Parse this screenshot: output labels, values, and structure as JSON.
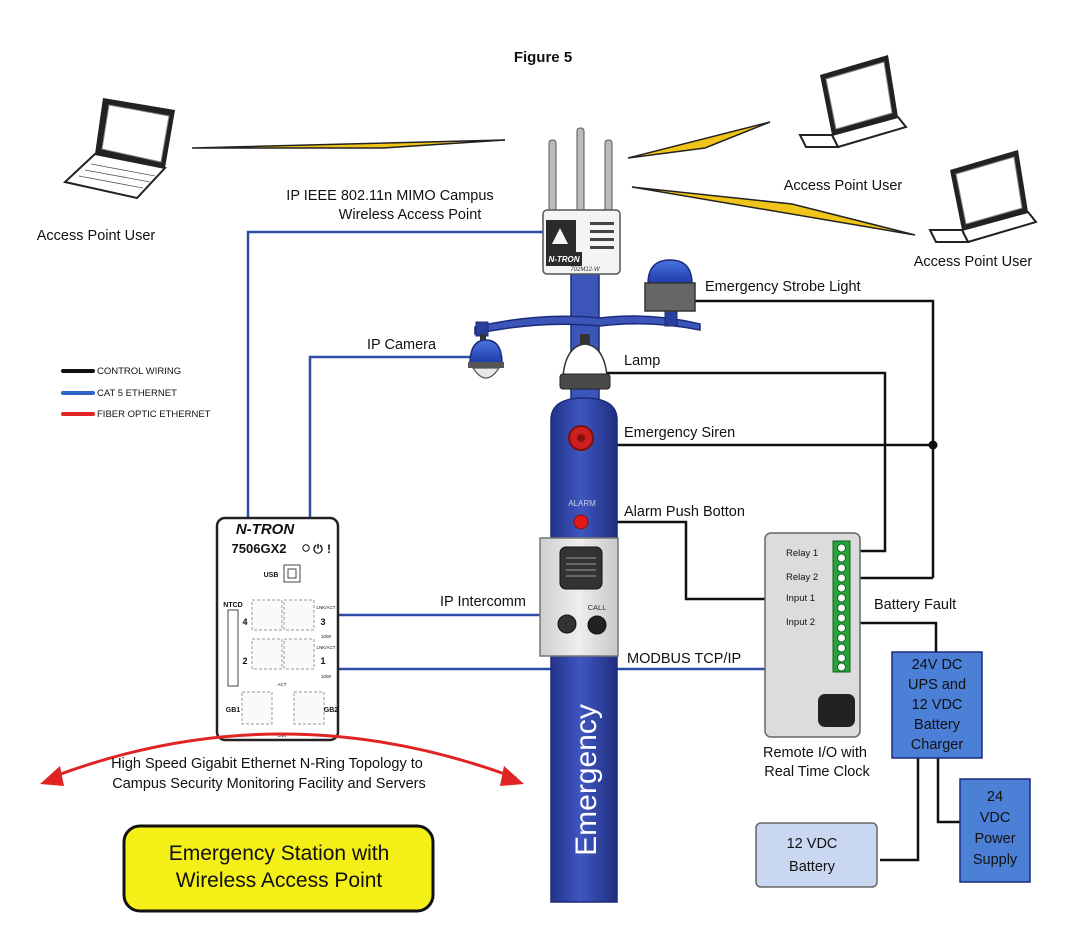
{
  "figure_title": "Figure 5",
  "wireless": {
    "ap_label_line1": "IP IEEE 802.11n MIMO Campus",
    "ap_label_line2": "Wireless Access Point",
    "ap_brand": "N-TRON",
    "ap_model": "702M12-W",
    "user_left": "Access Point User",
    "user_top_right": "Access Point User",
    "user_right": "Access Point User"
  },
  "legend": [
    {
      "label": "CONTROL WIRING",
      "color": "#111111"
    },
    {
      "label": "CAT 5 ETHERNET",
      "color": "#2f64c8"
    },
    {
      "label": "FIBER OPTIC ETHERNET",
      "color": "#e02424"
    }
  ],
  "switch": {
    "brand": "N-TRON",
    "model": "7506GX2",
    "usb": "USB",
    "ntcd": "NTCD",
    "port4": "4",
    "port3": "3",
    "port2": "2",
    "port1": "1",
    "lnk_act_top": "LNK/ACT",
    "speed_top": "1000",
    "lnk_act_bottom": "LNK/ACT",
    "speed_bottom": "1000",
    "act": "ACT",
    "gb1": "GB1",
    "gb2": "GB2",
    "lnk": "LNK"
  },
  "station": {
    "ip_camera": "IP Camera",
    "lamp": "Lamp",
    "strobe": "Emergency Strobe Light",
    "siren": "Emergency Siren",
    "alarm_small": "ALARM",
    "alarm_push": "Alarm Push Botton",
    "call": "CALL",
    "ip_intercomm": "IP Intercomm",
    "modbus": "MODBUS TCP/IP",
    "pole_text": "Emergency"
  },
  "remote_io": {
    "relay1": "Relay 1",
    "relay2": "Relay 2",
    "input1": "Input 1",
    "input2": "Input 2",
    "caption_line1": "Remote I/O with",
    "caption_line2": "Real Time Clock"
  },
  "power": {
    "battery_fault": "Battery Fault",
    "ups_line1": "24V DC",
    "ups_line2": "UPS and",
    "ups_line3": "12 VDC",
    "ups_line4": "Battery",
    "ups_line5": "Charger",
    "psu_line1": "24",
    "psu_line2": "VDC",
    "psu_line3": "Power",
    "psu_line4": "Supply",
    "battery_line1": "12 VDC",
    "battery_line2": "Battery"
  },
  "ring": {
    "line1": "High Speed Gigabit Ethernet N-Ring Topology to",
    "line2": "Campus Security Monitoring Facility and Servers"
  },
  "title_box": {
    "line1": "Emergency Station with",
    "line2": "Wireless Access Point"
  }
}
